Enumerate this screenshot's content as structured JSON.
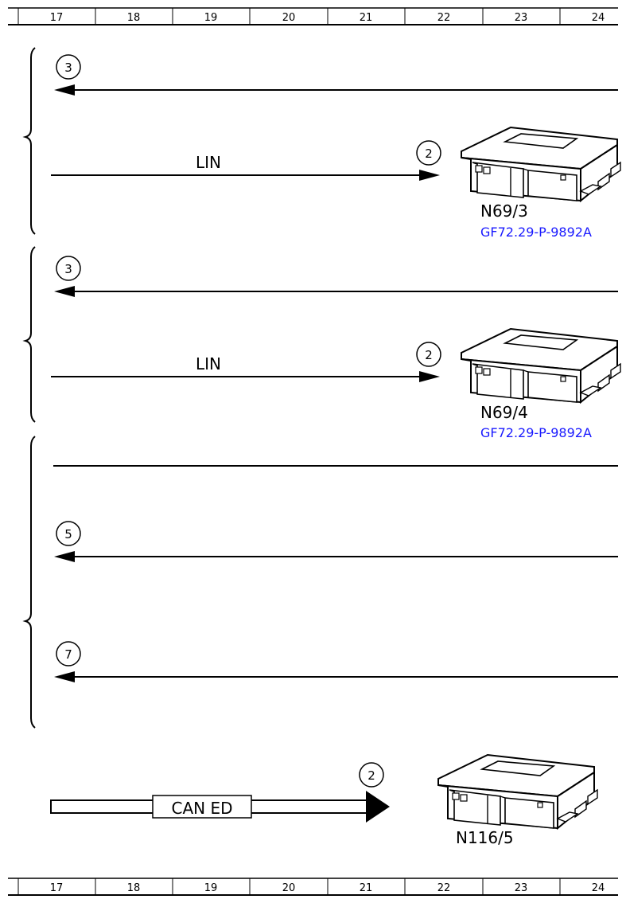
{
  "ruler": {
    "columns": [
      "17",
      "18",
      "19",
      "20",
      "21",
      "22",
      "23",
      "24"
    ]
  },
  "groups": [
    {
      "arrow_in_marker": "3",
      "bus_label": "LIN",
      "bus_marker": "2",
      "module_name": "N69/3",
      "module_link": "GF72.29-P-9892A"
    },
    {
      "arrow_in_marker": "3",
      "bus_label": "LIN",
      "bus_marker": "2",
      "module_name": "N69/4",
      "module_link": "GF72.29-P-9892A"
    },
    {
      "markers": [
        "5",
        "7"
      ]
    }
  ],
  "can_bus": {
    "label": "CAN ED",
    "marker": "2",
    "module_name": "N116/5"
  },
  "colors": {
    "line": "#000000",
    "link": "#1a1aff"
  }
}
